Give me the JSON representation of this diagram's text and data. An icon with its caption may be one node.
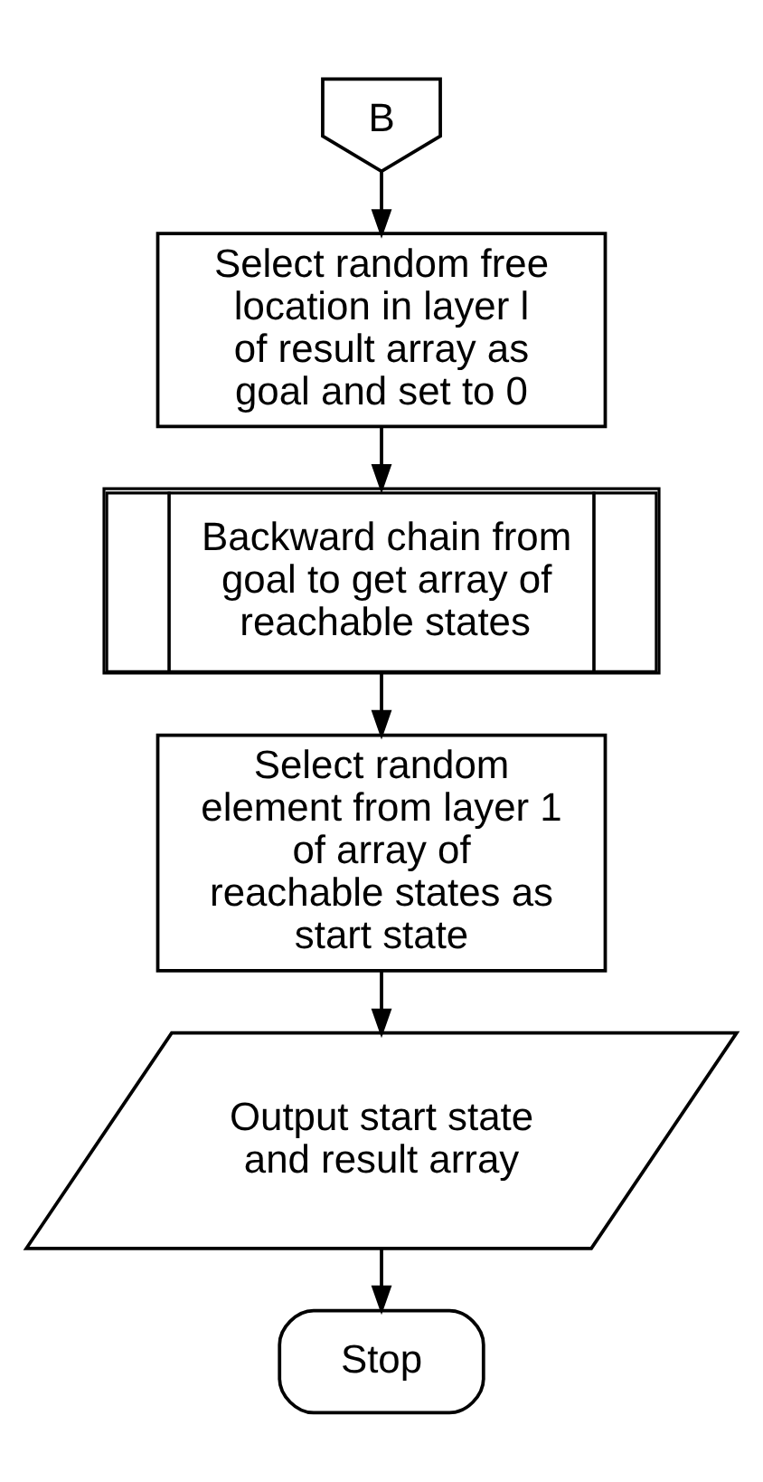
{
  "diagram": {
    "nodes": [
      {
        "text": [
          "B"
        ]
      },
      {
        "text": [
          "Select random free location in layer l of result array as goal and set to 0"
        ]
      },
      {
        "text": [
          "Backward chain from goal to get array of reachable states"
        ]
      },
      {
        "text": [
          "Select random element from layer 1 of array of reachable states as start state"
        ]
      },
      {
        "text": [
          "Output start state and result array"
        ]
      },
      {
        "text": [
          "Stop"
        ]
      }
    ],
    "edges": [
      {
        "from": 0,
        "to": 1,
        "arrow": "to"
      },
      {
        "from": 1,
        "to": 2,
        "arrow": "to"
      },
      {
        "from": 2,
        "to": 3,
        "arrow": "to"
      },
      {
        "from": 3,
        "to": 4,
        "arrow": "to"
      },
      {
        "from": 4,
        "to": 5,
        "arrow": "to"
      }
    ]
  }
}
